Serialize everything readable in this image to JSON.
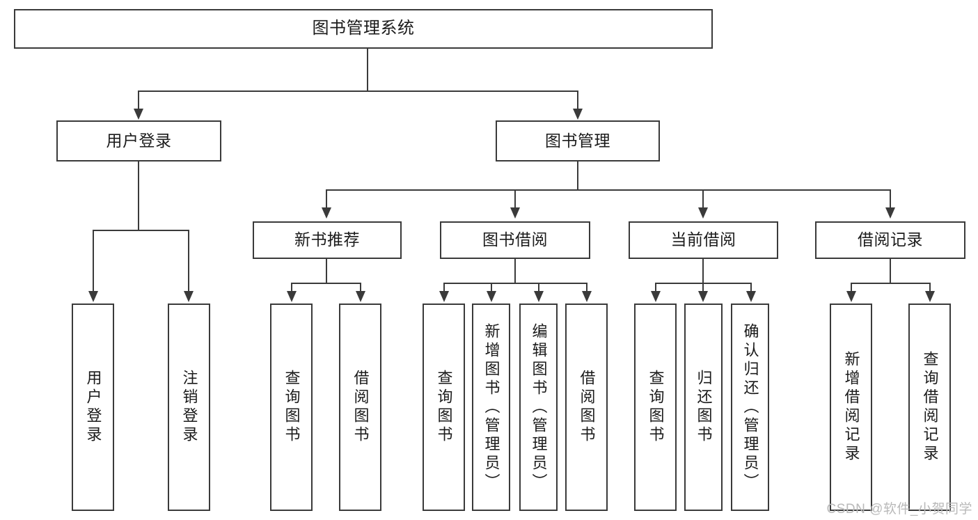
{
  "diagram": {
    "title": "图书管理系统",
    "type": "hierarchy-tree",
    "watermark": "CSDN @软件_小贺同学",
    "nodes": {
      "root": {
        "label": "图书管理系统"
      },
      "level2": [
        {
          "label": "用户登录"
        },
        {
          "label": "图书管理"
        }
      ],
      "level3": [
        {
          "label": "新书推荐"
        },
        {
          "label": "图书借阅"
        },
        {
          "label": "当前借阅"
        },
        {
          "label": "借阅记录"
        }
      ],
      "leaves": [
        {
          "label": "用户登录"
        },
        {
          "label": "注销登录"
        },
        {
          "label": "查询图书"
        },
        {
          "label": "借阅图书"
        },
        {
          "label": "查询图书"
        },
        {
          "label": "新增图书（管理员）"
        },
        {
          "label": "编辑图书（管理员）"
        },
        {
          "label": "借阅图书"
        },
        {
          "label": "查询图书"
        },
        {
          "label": "归还图书"
        },
        {
          "label": "确认归还（管理员）"
        },
        {
          "label": "新增借阅记录"
        },
        {
          "label": "查询借阅记录"
        }
      ]
    },
    "colors": {
      "stroke": "#3a3a3a",
      "fill": "#ffffff",
      "text": "#1b1b1b",
      "watermark": "#b9b9b9"
    }
  }
}
